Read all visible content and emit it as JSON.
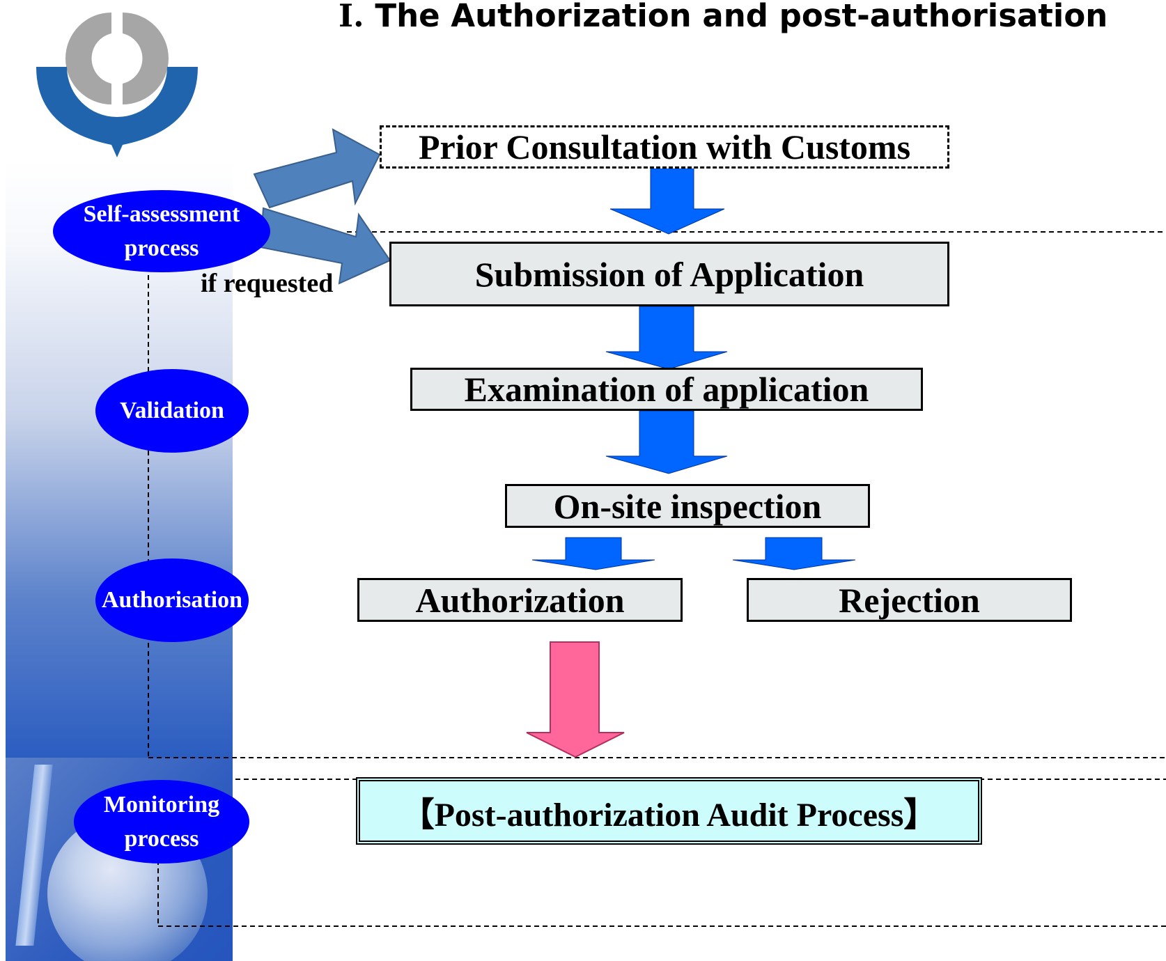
{
  "title": {
    "roman": "I.",
    "text": "The Authorization and post-authorisation"
  },
  "phases": {
    "self_assessment": [
      "Self-assessment",
      "process"
    ],
    "validation": "Validation",
    "authorisation": "Authorisation",
    "monitoring": [
      "Monitoring",
      "process"
    ]
  },
  "flow": {
    "prior_consultation": "Prior Consultation with Customs",
    "if_requested": "if requested",
    "submission": "Submission of Application",
    "examination": "Examination of application",
    "onsite": "On-site inspection",
    "authorization": "Authorization",
    "rejection": "Rejection",
    "post_audit": "【Post-authorization Audit Process】"
  },
  "colors": {
    "ellipse_fill": "#0000ff",
    "flow_arrow": "#0066ff",
    "post_arrow": "#ff6699",
    "side_arrow": "#4f81bd",
    "box_fill": "#e6eaea",
    "audit_fill": "#ccfcfc",
    "logo_grey": "#a6a6a6",
    "logo_blue": "#1f64ad"
  }
}
